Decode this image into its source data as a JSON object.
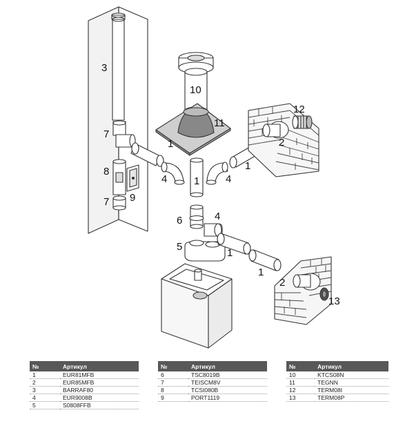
{
  "callouts": {
    "c1a": "1",
    "c1b": "1",
    "c1c": "1",
    "c1d": "1",
    "c1e": "1",
    "c2a": "2",
    "c2b": "2",
    "c3": "3",
    "c4a": "4",
    "c4b": "4",
    "c4c": "4",
    "c5": "5",
    "c6": "6",
    "c7a": "7",
    "c7b": "7",
    "c8": "8",
    "c9": "9",
    "c10": "10",
    "c11": "11",
    "c12": "12",
    "c13": "13"
  },
  "table": {
    "col_no": "№",
    "col_article": "Артикул",
    "groups": [
      [
        {
          "no": "1",
          "article": "EUR81MFB"
        },
        {
          "no": "2",
          "article": "EUR85MFB"
        },
        {
          "no": "3",
          "article": "BARRAF80"
        },
        {
          "no": "4",
          "article": "EUR9008B"
        },
        {
          "no": "5",
          "article": "S0808FFB"
        }
      ],
      [
        {
          "no": "6",
          "article": "TSC8019B"
        },
        {
          "no": "7",
          "article": "TEISCM8V"
        },
        {
          "no": "8",
          "article": "TCSI080B"
        },
        {
          "no": "9",
          "article": "PORT1119"
        }
      ],
      [
        {
          "no": "10",
          "article": "KTCS08N"
        },
        {
          "no": "11",
          "article": "TEGNN"
        },
        {
          "no": "12",
          "article": "TERM08I"
        },
        {
          "no": "13",
          "article": "TERM08P"
        }
      ]
    ]
  }
}
